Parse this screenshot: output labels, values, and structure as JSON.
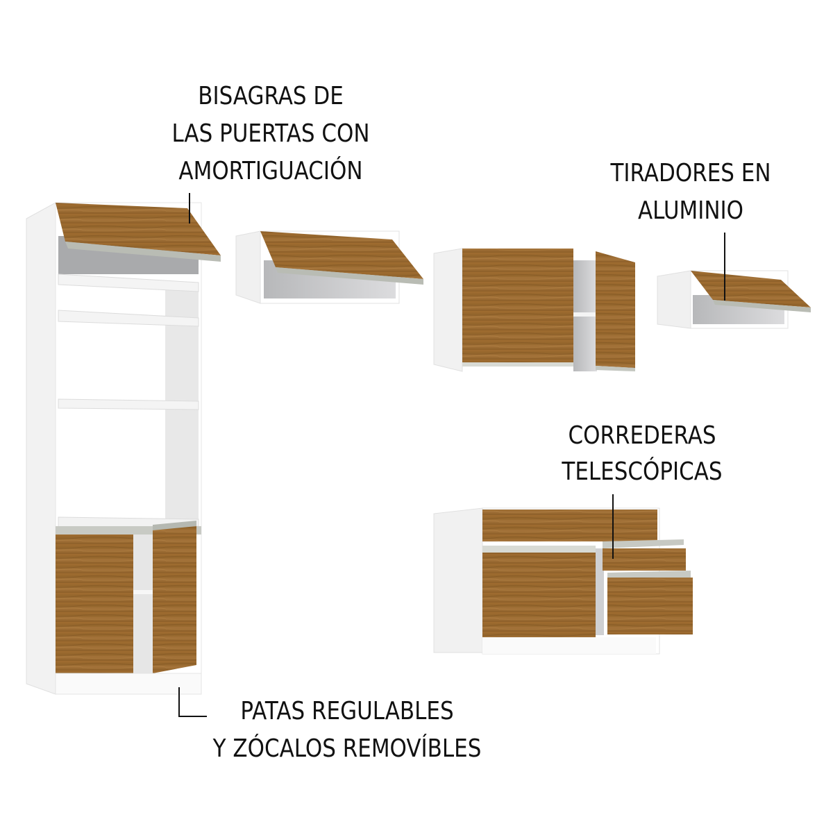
{
  "colors": {
    "wood": "#9a6a2f",
    "wood_dark": "#7e5420",
    "wood_light": "#b3843f",
    "carcass": "#ffffff",
    "carcass_side": "#f0f0f0",
    "interior": "#c9cacc",
    "handle": "#b9bdb6",
    "leader_line": "#111111",
    "text": "#111111"
  },
  "callouts": [
    {
      "id": "hinges",
      "lines": [
        "BISAGRAS DE",
        "LAS PUERTAS CON",
        "AMORTIGUACIÓN"
      ]
    },
    {
      "id": "handles",
      "lines": [
        "TIRADORES EN",
        "ALUMINIO"
      ]
    },
    {
      "id": "slides",
      "lines": [
        "CORREDERAS",
        "TELESCÓPICAS"
      ]
    },
    {
      "id": "legs",
      "lines": [
        "PATAS REGULABLES",
        "Y ZÓCALOS REMOVÍBLES"
      ]
    }
  ],
  "modules": [
    {
      "id": "tall-oven-cabinet",
      "name": "Tall oven/pantry cabinet",
      "doors": 3,
      "shelves": 3
    },
    {
      "id": "wall-cabinet-flap-large",
      "name": "Upper cabinet with lift-up door",
      "doors": 1
    },
    {
      "id": "wall-cabinet-two-door",
      "name": "Upper cabinet with two doors",
      "doors": 2
    },
    {
      "id": "wall-cabinet-flap-small",
      "name": "Small upper cabinet with lift-up door",
      "doors": 1
    },
    {
      "id": "base-cabinet-drawers",
      "name": "Base cabinet with door and drawers",
      "doors": 1,
      "drawers": 3
    }
  ]
}
